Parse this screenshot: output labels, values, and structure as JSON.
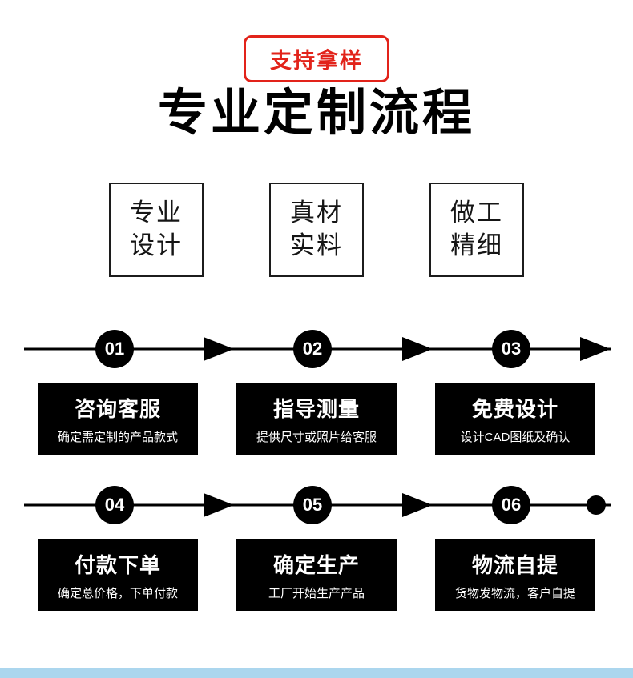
{
  "badge": {
    "label": "支持拿样"
  },
  "title": "专业定制流程",
  "features": [
    {
      "line1": "专业",
      "line2": "设计"
    },
    {
      "line1": "真材",
      "line2": "实料"
    },
    {
      "line1": "做工",
      "line2": "精细"
    }
  ],
  "rows": [
    {
      "steps": [
        {
          "number": "01",
          "title": "咨询客服",
          "desc": "确定需定制的产品款式"
        },
        {
          "number": "02",
          "title": "指导测量",
          "desc": "提供尺寸或照片给客服"
        },
        {
          "number": "03",
          "title": "免费设计",
          "desc": "设计CAD图纸及确认"
        }
      ]
    },
    {
      "steps": [
        {
          "number": "04",
          "title": "付款下单",
          "desc": "确定总价格，下单付款"
        },
        {
          "number": "05",
          "title": "确定生产",
          "desc": "工厂开始生产产品"
        },
        {
          "number": "06",
          "title": "物流自提",
          "desc": "货物发物流，客户自提"
        }
      ]
    }
  ],
  "colors": {
    "accent_red": "#e2231a",
    "black": "#000000",
    "footer_blue": "#abd6ee"
  }
}
